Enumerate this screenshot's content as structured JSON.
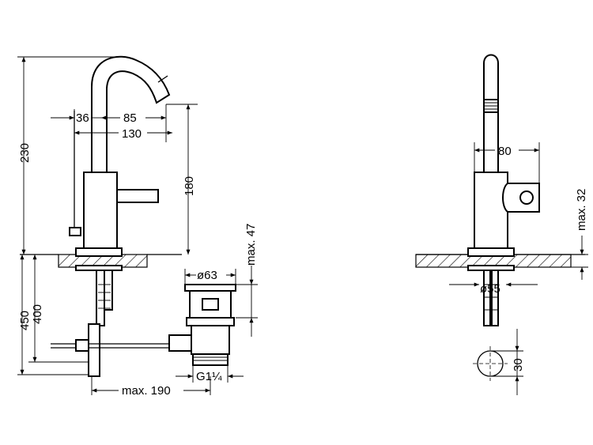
{
  "dimensions": {
    "d36": "36",
    "d85": "85",
    "d130": "130",
    "d230": "230",
    "d180": "180",
    "d450": "450",
    "d400": "400",
    "max47": "max. 47",
    "phi63": "ø63",
    "g114": "G1¼",
    "max190": "max. 190",
    "d80": "80",
    "max32": "max. 32",
    "phi55": "ø55",
    "d30": "30"
  }
}
